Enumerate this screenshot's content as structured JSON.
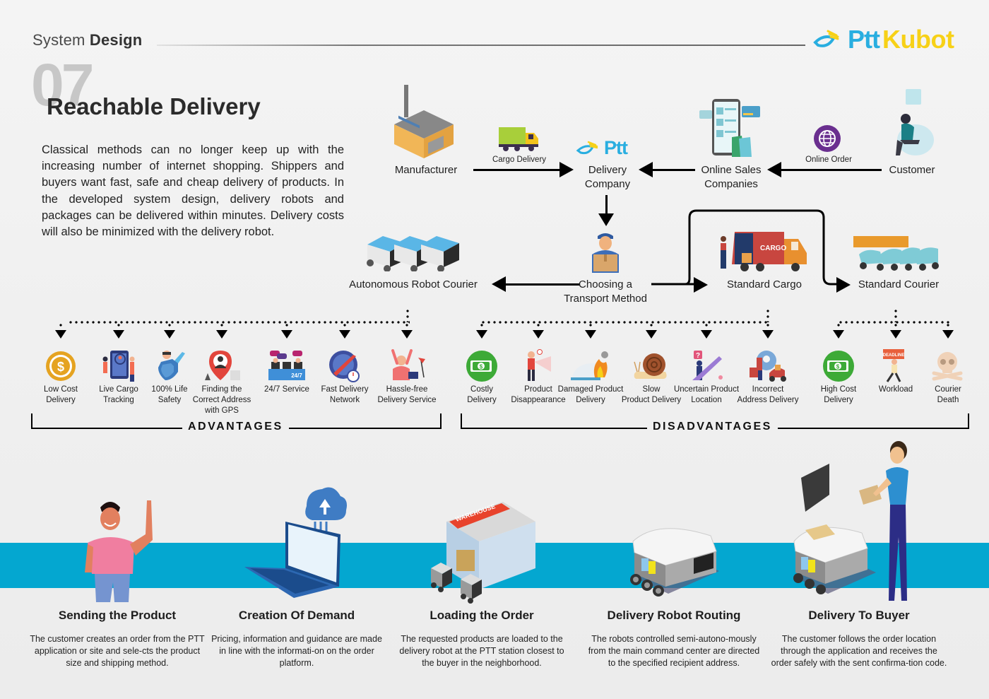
{
  "header": {
    "section_prefix": "System",
    "section_bold": "Design",
    "logo_part1": "Ptt",
    "logo_part2": "Kubot"
  },
  "hero": {
    "number": "07",
    "title": "Reachable Delivery",
    "intro": "Classical methods can no longer keep up with the increasing number of internet shopping. Shippers and buyers want fast, safe and cheap delivery of products. In the developed system design, delivery robots and packages can be delivered within minutes. Delivery costs will also be minimized with the delivery robot."
  },
  "flow": {
    "manufacturer": "Manufacturer",
    "cargo_delivery": "Cargo Delivery",
    "ptt_logo": "Ptt",
    "delivery_company": [
      "Delivery",
      "Company"
    ],
    "online_sales": [
      "Online Sales",
      "Companies"
    ],
    "online_order": "Online Order",
    "customer": "Customer",
    "choosing": [
      "Choosing a",
      "Transport Method"
    ],
    "autonomous": "Autonomous Robot Courier",
    "standard_cargo": "Standard Cargo",
    "cargo_truck_text": "CARGO",
    "standard_courier": "Standard Courier"
  },
  "advantages": {
    "title": "ADVANTAGES",
    "items": [
      {
        "label": [
          "Low Cost",
          "Delivery"
        ],
        "icon": "dollar-coin-icon"
      },
      {
        "label": [
          "Live Cargo",
          "Tracking"
        ],
        "icon": "map-tracking-icon"
      },
      {
        "label": [
          "100% Life",
          "Safety"
        ],
        "icon": "shield-person-icon"
      },
      {
        "label": [
          "Finding the",
          "Correct Address",
          "with GPS"
        ],
        "icon": "map-pin-icon"
      },
      {
        "label": [
          "24/7 Service"
        ],
        "icon": "support-desk-icon",
        "badge": "24/7"
      },
      {
        "label": [
          "Fast Delivery",
          "Network"
        ],
        "icon": "stopwatch-icon"
      },
      {
        "label": [
          "Hassle-free",
          "Delivery Service"
        ],
        "icon": "happy-person-icon"
      }
    ]
  },
  "disadvantages": {
    "title": "DISADVANTAGES",
    "cargo_items": [
      {
        "label": [
          "Costly",
          "Delivery"
        ],
        "icon": "money-icon"
      },
      {
        "label": [
          "Product",
          "Disappearance"
        ],
        "icon": "search-person-icon"
      },
      {
        "label": [
          "Damaged Product",
          "Delivery"
        ],
        "icon": "burning-iron-icon"
      },
      {
        "label": [
          "Slow",
          "Product Delivery"
        ],
        "icon": "snail-icon"
      },
      {
        "label": [
          "Uncertain Product",
          "Location"
        ],
        "icon": "question-person-icon"
      },
      {
        "label": [
          "Incorrect",
          "Address Delivery"
        ],
        "icon": "courier-scooter-icon"
      }
    ],
    "courier_items": [
      {
        "label": [
          "High Cost",
          "Delivery"
        ],
        "icon": "money-icon"
      },
      {
        "label": [
          "Workload"
        ],
        "icon": "deadline-person-icon",
        "badge": "DEADLINE"
      },
      {
        "label": [
          "Courier",
          "Death"
        ],
        "icon": "skull-icon"
      }
    ]
  },
  "steps": [
    {
      "title": "Sending the Product",
      "desc": "The customer creates an order from the PTT application or site and sele-cts the product size and shipping method.",
      "icon": "waving-man-icon"
    },
    {
      "title": "Creation Of Demand",
      "desc": "Pricing, information and guidance are made in line with the informati-on on the order platform.",
      "icon": "laptop-cloud-icon"
    },
    {
      "title": "Loading the Order",
      "desc": "The requested products are loaded to the delivery robot at the PTT station closest to the buyer in the neighborhood.",
      "icon": "warehouse-icon",
      "sign": "WAREHOUSE"
    },
    {
      "title": "Delivery Robot Routing",
      "desc": "The robots controlled semi-autono-mously from the main command center are directed to the specified recipient address.",
      "icon": "delivery-robot-icon"
    },
    {
      "title": "Delivery To Buyer",
      "desc": "The customer follows the order location through the application and receives the order safely with the sent confirma-tion code.",
      "icon": "robot-buyer-icon"
    }
  ],
  "colors": {
    "band": "#04a7d0",
    "ptt_blue": "#29aee0",
    "kubot_yellow": "#f7d117",
    "money_green": "#3daa37",
    "coin_gold": "#e5a321",
    "globe_purple": "#6a2f8f",
    "cargo_red": "#c8463f"
  }
}
